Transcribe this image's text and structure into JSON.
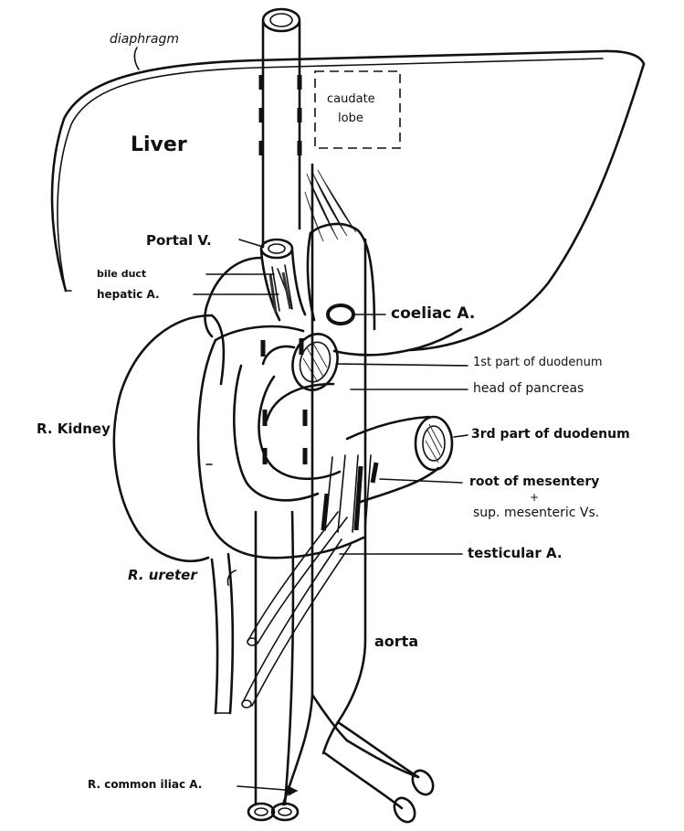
{
  "labels": {
    "diaphragm": "diaphragm",
    "caudate_lobe_1": "caudate",
    "caudate_lobe_2": "lobe",
    "liver": "Liver",
    "portal_v": "Portal V.",
    "bile_duct": "bile duct",
    "hepatic_a": "hepatic A.",
    "coeliac_a": "coeliac A.",
    "first_part_duodenum": "1st part of duodenum",
    "head_of_pancreas": "head of pancreas",
    "r_kidney": "R. Kidney",
    "third_part_duodenum": "3rd part of duodenum",
    "root_of_mesentery": "root of mesentery",
    "plus_sign": "+",
    "sup_mesenteric_vs": "sup. mesenteric Vs.",
    "testicular_a": "testicular A.",
    "r_ureter": "R. ureter",
    "aorta": "aorta",
    "r_common_iliac_a": "R. common iliac A."
  }
}
